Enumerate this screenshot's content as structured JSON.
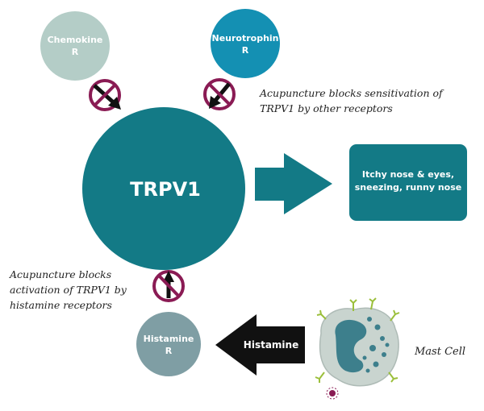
{
  "nodes": {
    "chemokine": {
      "line1": "Chemokine",
      "line2": "R"
    },
    "neurotrophin": {
      "line1": "Neurotrophin",
      "line2": "R"
    },
    "trpv1": {
      "label": "TRPV1"
    },
    "histamine_receptor": {
      "line1": "Histamine",
      "line2": "R"
    },
    "symptoms": {
      "line1": "Itchy nose & eyes,",
      "line2": "sneezing, runny nose"
    },
    "mast_cell": {
      "label": "Mast Cell"
    }
  },
  "arrows": {
    "histamine": {
      "label": "Histamine"
    }
  },
  "captions": {
    "sensitization": {
      "line1": "Acupuncture blocks sensitivation of",
      "line2": "TRPV1 by other receptors"
    },
    "activation": {
      "line1": "Acupuncture blocks",
      "line2": "activation of TRPV1 by",
      "line3": "histamine receptors"
    }
  },
  "colors": {
    "teal_dark": "#137a86",
    "chemokine": "#b4cdc7",
    "neurotrophin": "#1490b3",
    "histamine_receptor": "#7f9ea4",
    "block_sign": "#8a1b54",
    "arrow_black": "#111111",
    "mast_cell_body": "#c9d4cf",
    "mast_cell_nucleus": "#3d7f8c"
  }
}
